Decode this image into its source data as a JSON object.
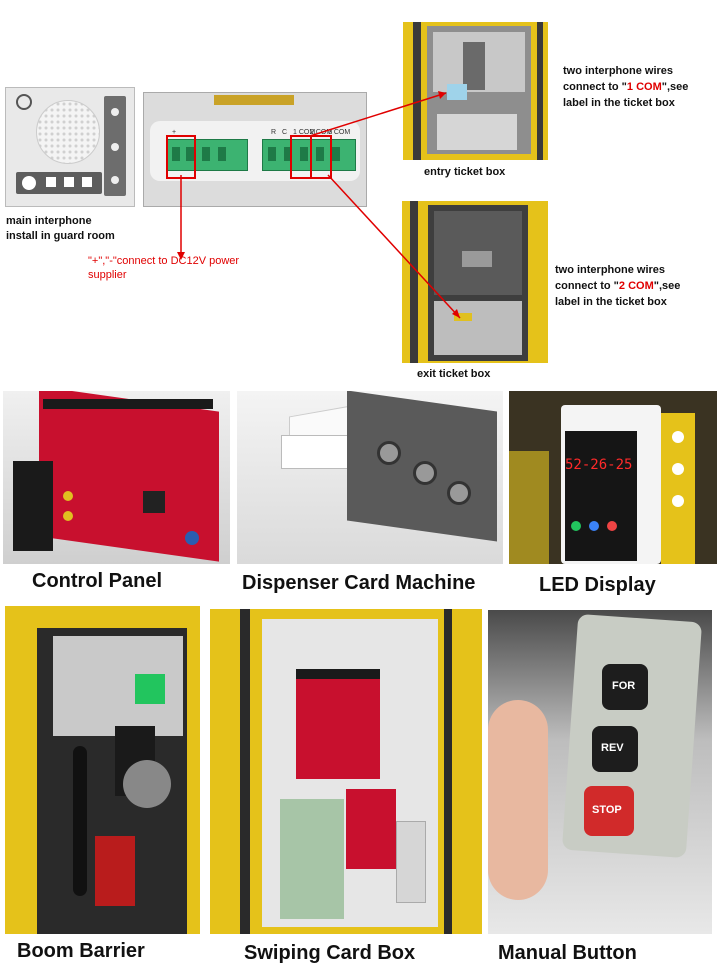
{
  "top": {
    "main_interphone_line1": "main interphone",
    "main_interphone_line2": "install in guard room",
    "dc_note_line1": "\"+\",\"-\"connect to DC12V power",
    "dc_note_line2": "supplier",
    "terminal_labels": [
      "+",
      "R",
      "C",
      "1 COM",
      "2 COM",
      "3 COM"
    ],
    "entry_label": "entry ticket box",
    "exit_label": "exit ticket box",
    "entry_note": {
      "line1": "two interphone wires",
      "line2_pre": "connect to \"",
      "line2_red": "1 COM",
      "line2_post": "\",see",
      "line3": "label in the ticket box"
    },
    "exit_note": {
      "line1": "two interphone wires",
      "line2_pre": "connect to \"",
      "line2_red": "2 COM",
      "line2_post": "\",see",
      "line3": "label in the ticket box"
    }
  },
  "grid": {
    "captions": [
      "Control Panel",
      "Dispenser Card Machine",
      "LED Display",
      "Boom Barrier",
      "Swiping Card Box",
      "Manual Button"
    ],
    "led_time": "52-26-25",
    "buttons": [
      "FOR",
      "REV",
      "STOP"
    ]
  }
}
